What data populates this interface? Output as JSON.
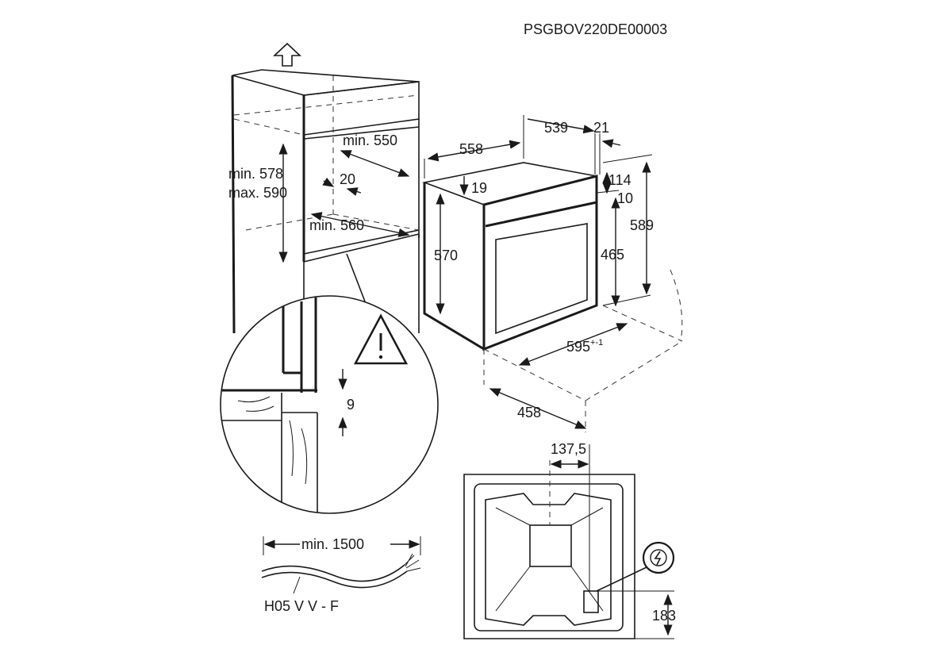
{
  "doc_code": "PSGBOV220DE00003",
  "cabinet": {
    "depth_min": "min. 550",
    "height_min": "min. 578",
    "height_max": "max. 590",
    "gap": "20",
    "width_min": "min. 560"
  },
  "detail": {
    "gap": "9"
  },
  "oven": {
    "depth_total": "558",
    "depth_body": "539",
    "door_thickness": "21",
    "top_offset": "19",
    "panel_height": "114",
    "panel_gap": "10",
    "height_total": "589",
    "body_height": "570",
    "door_height": "465",
    "width": "595",
    "width_tolerance": "+-1",
    "base_depth": "458"
  },
  "back_view": {
    "socket_offset_x": "137,5",
    "socket_height": "183"
  },
  "cable": {
    "length": "min. 1500",
    "type": "H05 V V - F"
  }
}
